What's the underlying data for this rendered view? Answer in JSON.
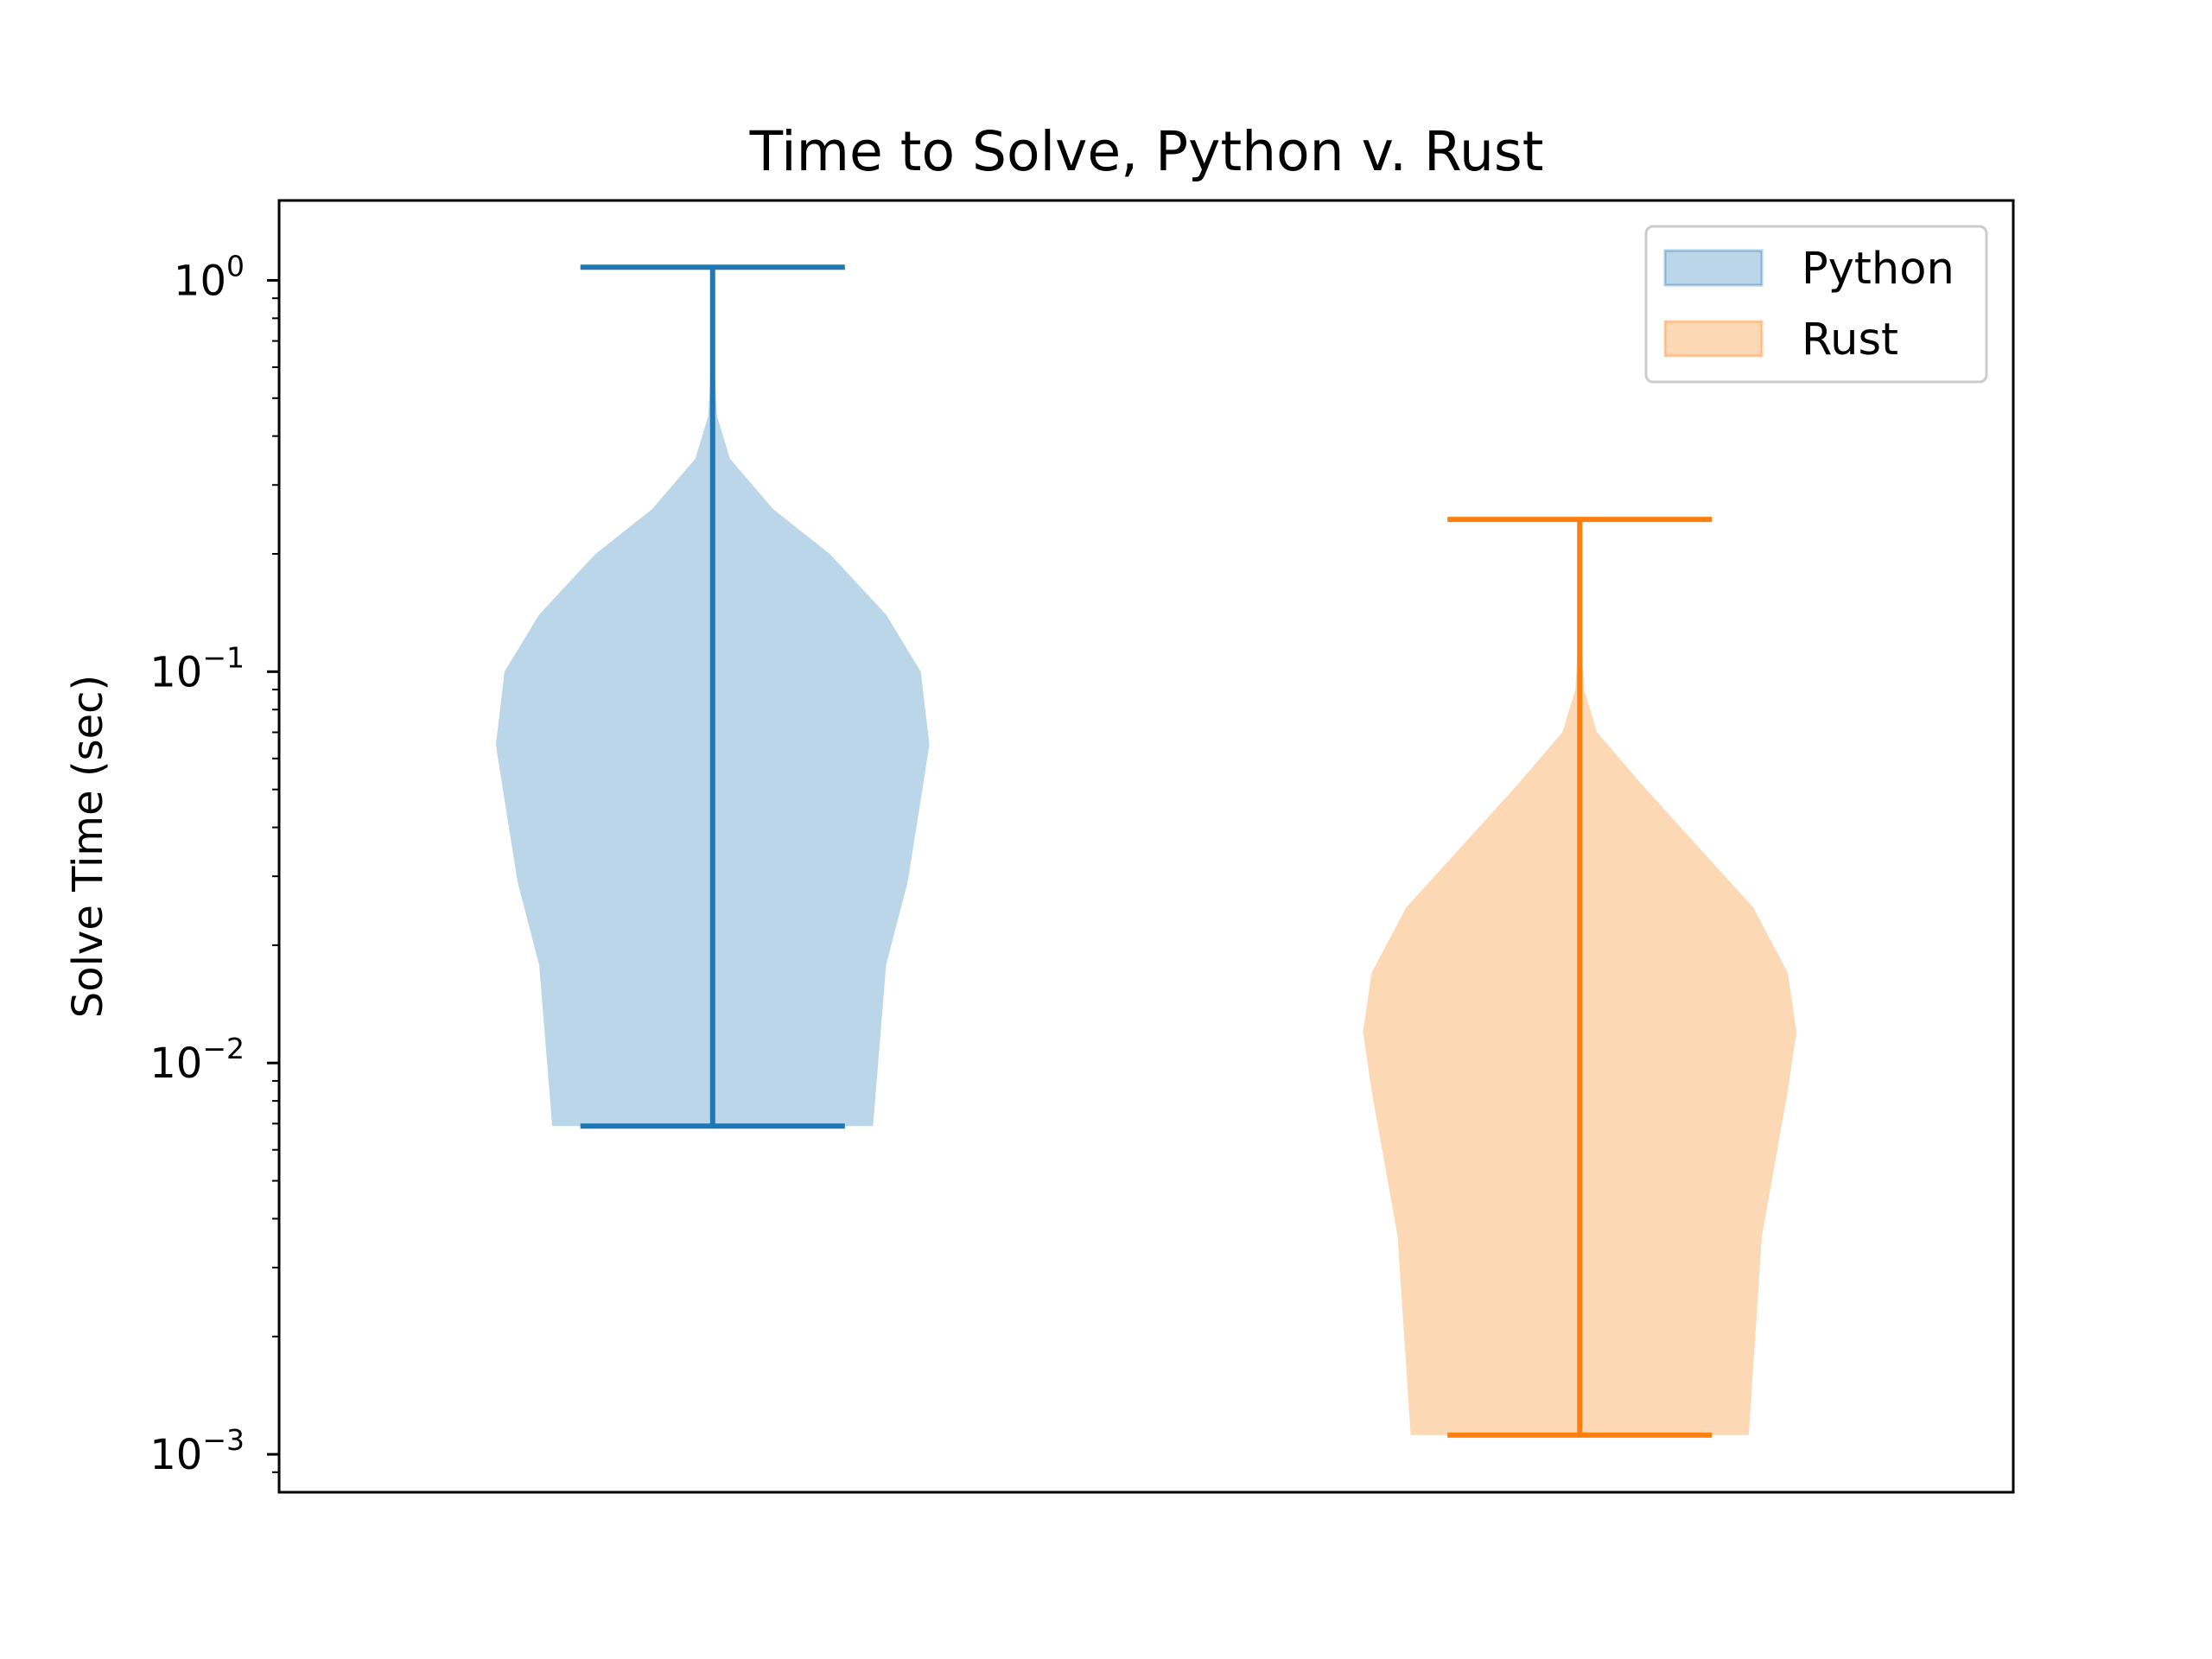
{
  "chart_data": {
    "type": "violin",
    "title": "Time to Solve, Python v. Rust",
    "xlabel": "",
    "ylabel": "Solve Time (sec)",
    "yscale": "log",
    "ylim": [
      0.0008,
      1.6
    ],
    "yticks": [
      {
        "value": 1,
        "base": "10",
        "exp": "0"
      },
      {
        "value": 0.1,
        "base": "10",
        "exp": "−1"
      },
      {
        "value": 0.01,
        "base": "10",
        "exp": "−2"
      },
      {
        "value": 0.001,
        "base": "10",
        "exp": "−3"
      }
    ],
    "grid": false,
    "legend": {
      "position": "top-right",
      "entries": [
        "Python",
        "Rust"
      ]
    },
    "series": [
      {
        "name": "Python",
        "color": "#1f77b4",
        "fill": "#bbd6e8",
        "position": 1,
        "min": 0.0069,
        "max": 1.08,
        "density": [
          [
            0.0069,
            0.37
          ],
          [
            0.0178,
            0.4
          ],
          [
            0.029,
            0.45
          ],
          [
            0.047,
            0.48
          ],
          [
            0.065,
            0.5
          ],
          [
            0.1,
            0.48
          ],
          [
            0.14,
            0.4
          ],
          [
            0.2,
            0.27
          ],
          [
            0.26,
            0.14
          ],
          [
            0.35,
            0.04
          ],
          [
            0.45,
            0.01
          ],
          [
            0.6,
            0.004
          ],
          [
            1.08,
            0.004
          ]
        ]
      },
      {
        "name": "Rust",
        "color": "#ff7f0e",
        "fill": "#fdd8b5",
        "position": 2,
        "min": 0.00112,
        "max": 0.245,
        "density": [
          [
            0.00112,
            0.39
          ],
          [
            0.0036,
            0.42
          ],
          [
            0.0085,
            0.48
          ],
          [
            0.012,
            0.5
          ],
          [
            0.017,
            0.48
          ],
          [
            0.025,
            0.4
          ],
          [
            0.036,
            0.27
          ],
          [
            0.052,
            0.14
          ],
          [
            0.07,
            0.04
          ],
          [
            0.09,
            0.01
          ],
          [
            0.12,
            0.004
          ],
          [
            0.245,
            0.004
          ]
        ]
      }
    ]
  }
}
